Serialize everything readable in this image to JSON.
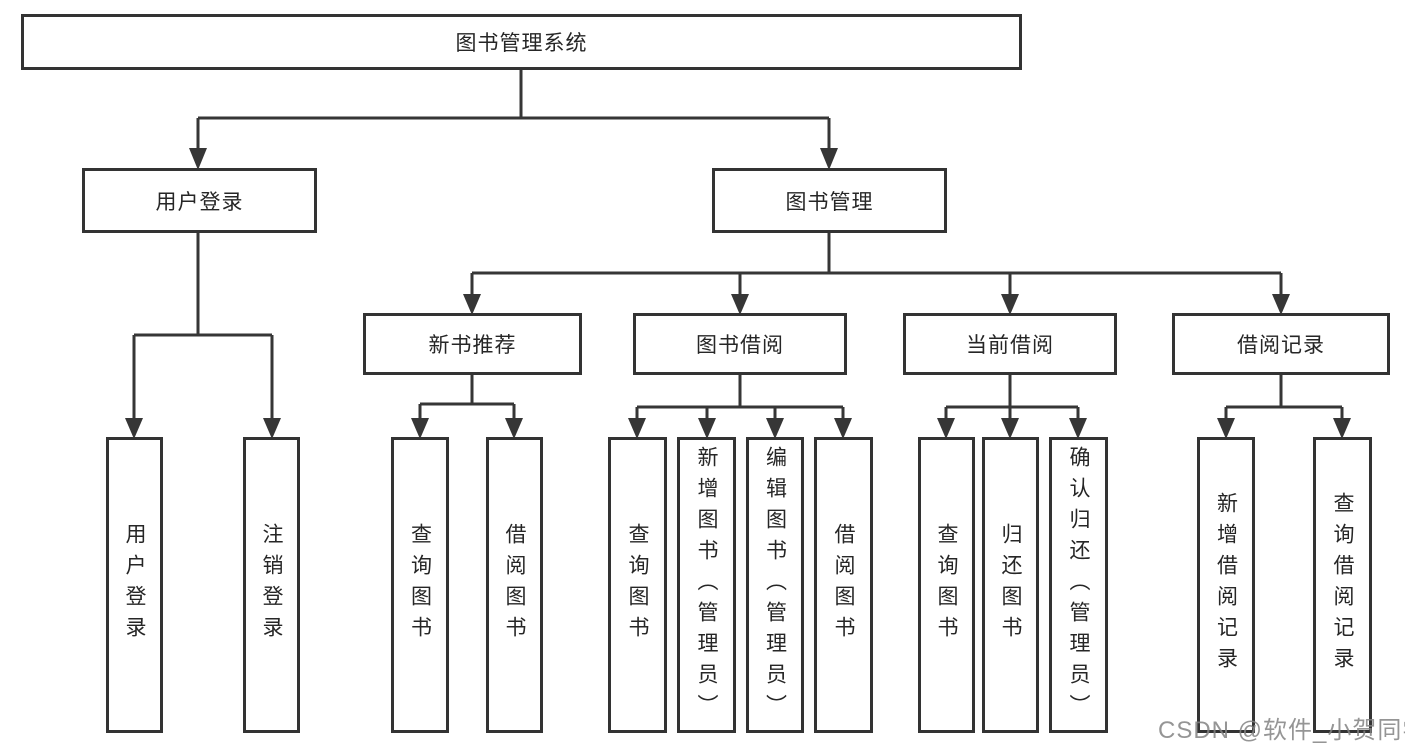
{
  "diagram": {
    "root": {
      "label": "图书管理系统"
    },
    "level2": [
      {
        "label": "用户登录"
      },
      {
        "label": "图书管理"
      }
    ],
    "level3": [
      {
        "label": "新书推荐"
      },
      {
        "label": "图书借阅"
      },
      {
        "label": "当前借阅"
      },
      {
        "label": "借阅记录"
      }
    ],
    "leaves": [
      {
        "label": "用户登录"
      },
      {
        "label": "注销登录"
      },
      {
        "label": "查询图书"
      },
      {
        "label": "借阅图书"
      },
      {
        "label": "查询图书"
      },
      {
        "label": "新增图书（管理员）"
      },
      {
        "label": "编辑图书（管理员）"
      },
      {
        "label": "借阅图书"
      },
      {
        "label": "查询图书"
      },
      {
        "label": "归还图书"
      },
      {
        "label": "确认归还（管理员）"
      },
      {
        "label": "新增借阅记录"
      },
      {
        "label": "查询借阅记录"
      }
    ]
  },
  "watermark": {
    "text": "CSDN @软件_小贺同学"
  },
  "colors": {
    "line": "#363636",
    "border": "#333333",
    "text": "#262626",
    "watermark": "#828282",
    "background": "#ffffff"
  }
}
